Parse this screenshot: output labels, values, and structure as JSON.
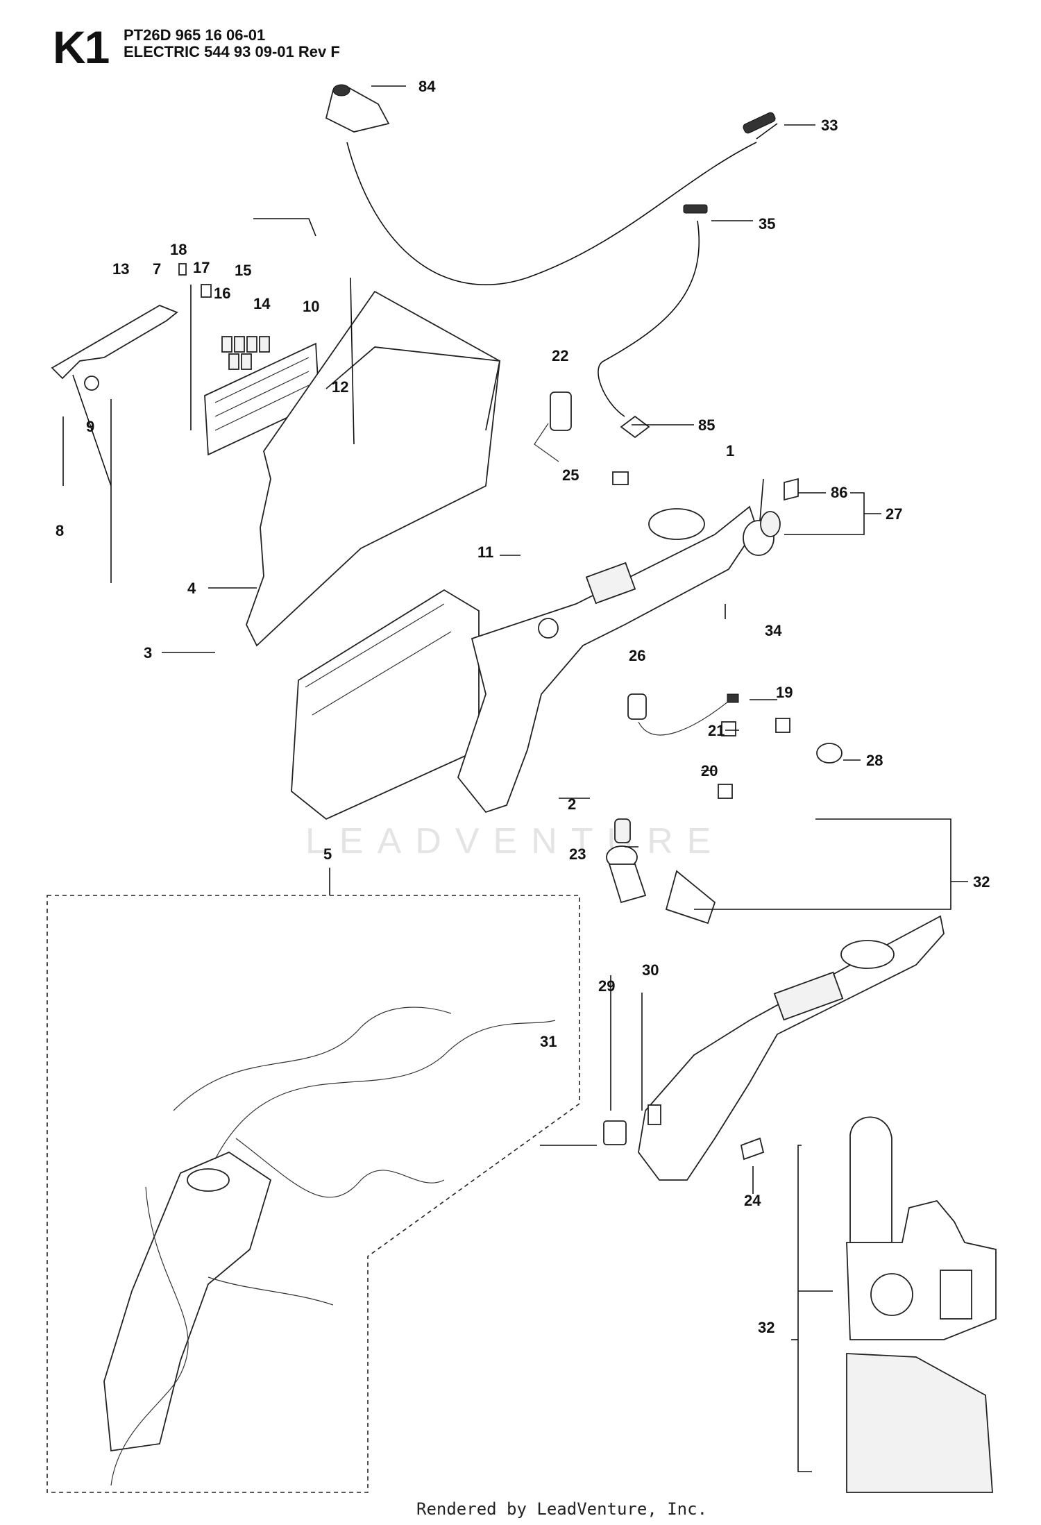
{
  "header": {
    "section_code": "K1",
    "line1": "PT26D 965 16 06-01",
    "line2": "ELECTRIC 544 93 09-01 Rev F"
  },
  "watermark": "LEADVENTURE",
  "footer": "Rendered by LeadVenture, Inc.",
  "callouts": [
    "84",
    "33",
    "35",
    "18",
    "13",
    "7",
    "17",
    "15",
    "16",
    "14",
    "10",
    "12",
    "9",
    "8",
    "22",
    "85",
    "1",
    "25",
    "86",
    "27",
    "11",
    "4",
    "3",
    "34",
    "26",
    "19",
    "21",
    "20",
    "28",
    "2",
    "5",
    "23",
    "32",
    "29",
    "30",
    "31",
    "24"
  ]
}
